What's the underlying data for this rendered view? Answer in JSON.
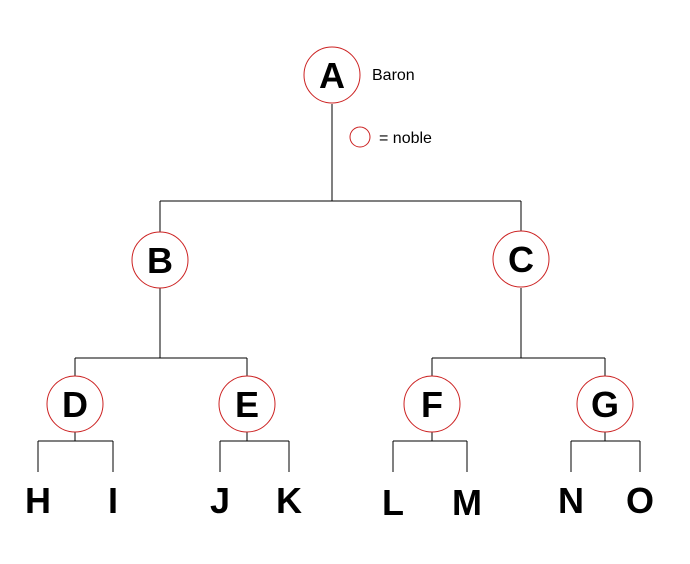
{
  "diagram": {
    "colors": {
      "noble_circle": "#cc2222",
      "line": "#000000",
      "text": "#000000",
      "background": "#ffffff"
    },
    "nodes": {
      "A": {
        "label": "A",
        "noble": true
      },
      "B": {
        "label": "B",
        "noble": true
      },
      "C": {
        "label": "C",
        "noble": true
      },
      "D": {
        "label": "D",
        "noble": true
      },
      "E": {
        "label": "E",
        "noble": true
      },
      "F": {
        "label": "F",
        "noble": true
      },
      "G": {
        "label": "G",
        "noble": true
      },
      "H": {
        "label": "H",
        "noble": false
      },
      "I": {
        "label": "I",
        "noble": false
      },
      "J": {
        "label": "J",
        "noble": false
      },
      "K": {
        "label": "K",
        "noble": false
      },
      "L": {
        "label": "L",
        "noble": false
      },
      "M": {
        "label": "M",
        "noble": false
      },
      "N": {
        "label": "N",
        "noble": false
      },
      "O": {
        "label": "O",
        "noble": false
      }
    },
    "edges": [
      [
        "A",
        "B"
      ],
      [
        "A",
        "C"
      ],
      [
        "B",
        "D"
      ],
      [
        "B",
        "E"
      ],
      [
        "C",
        "F"
      ],
      [
        "C",
        "G"
      ],
      [
        "D",
        "H"
      ],
      [
        "D",
        "I"
      ],
      [
        "E",
        "J"
      ],
      [
        "E",
        "K"
      ],
      [
        "F",
        "L"
      ],
      [
        "F",
        "M"
      ],
      [
        "G",
        "N"
      ],
      [
        "G",
        "O"
      ]
    ],
    "title_annotation": "Baron",
    "legend_label": "= noble"
  }
}
